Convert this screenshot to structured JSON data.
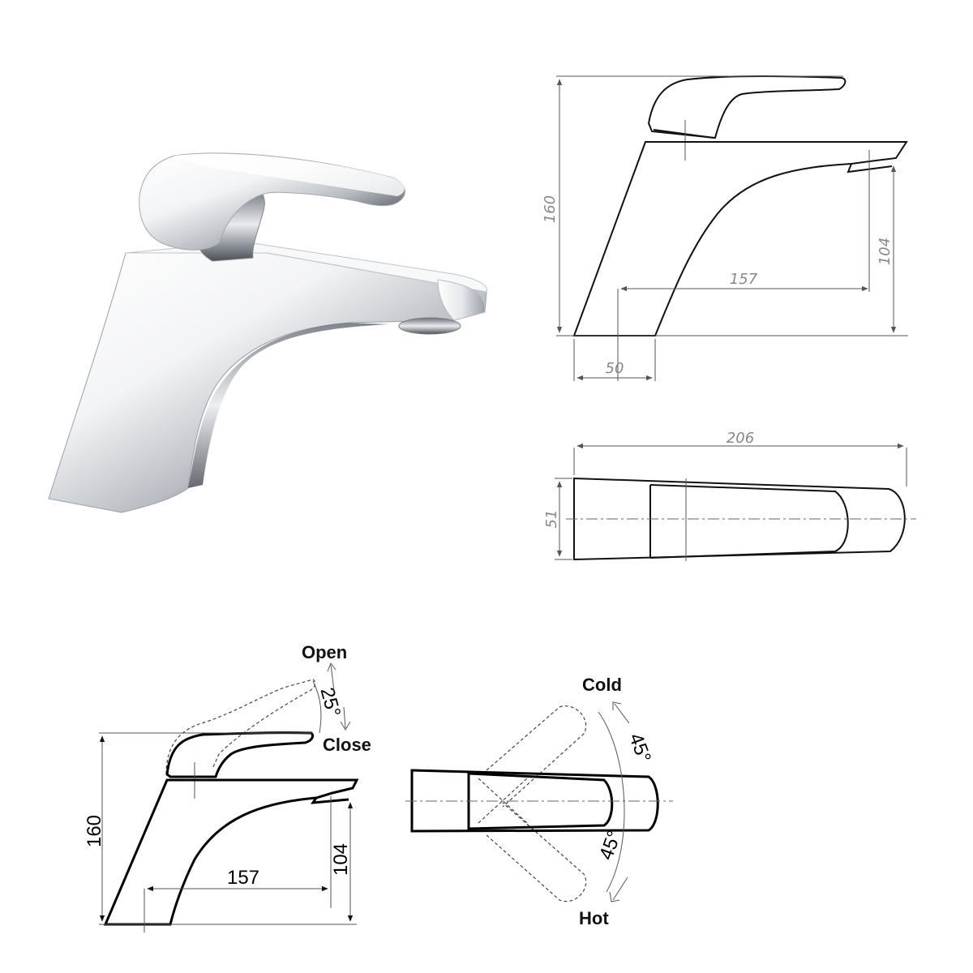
{
  "photo": {
    "icon": "chrome-faucet-photo"
  },
  "side_view": {
    "height": "160",
    "spout_height": "104",
    "reach": "157",
    "base_width": "50"
  },
  "top_view": {
    "length": "206",
    "width": "51"
  },
  "operation_side": {
    "height": "160",
    "spout_height": "104",
    "reach": "157",
    "angle": "25°",
    "open_label": "Open",
    "close_label": "Close"
  },
  "operation_top": {
    "cold_label": "Cold",
    "hot_label": "Hot",
    "cold_angle": "45°",
    "hot_angle": "45°"
  },
  "colors": {
    "chrome": "#c9ccd0",
    "line": "#111111",
    "dim": "#888888"
  }
}
